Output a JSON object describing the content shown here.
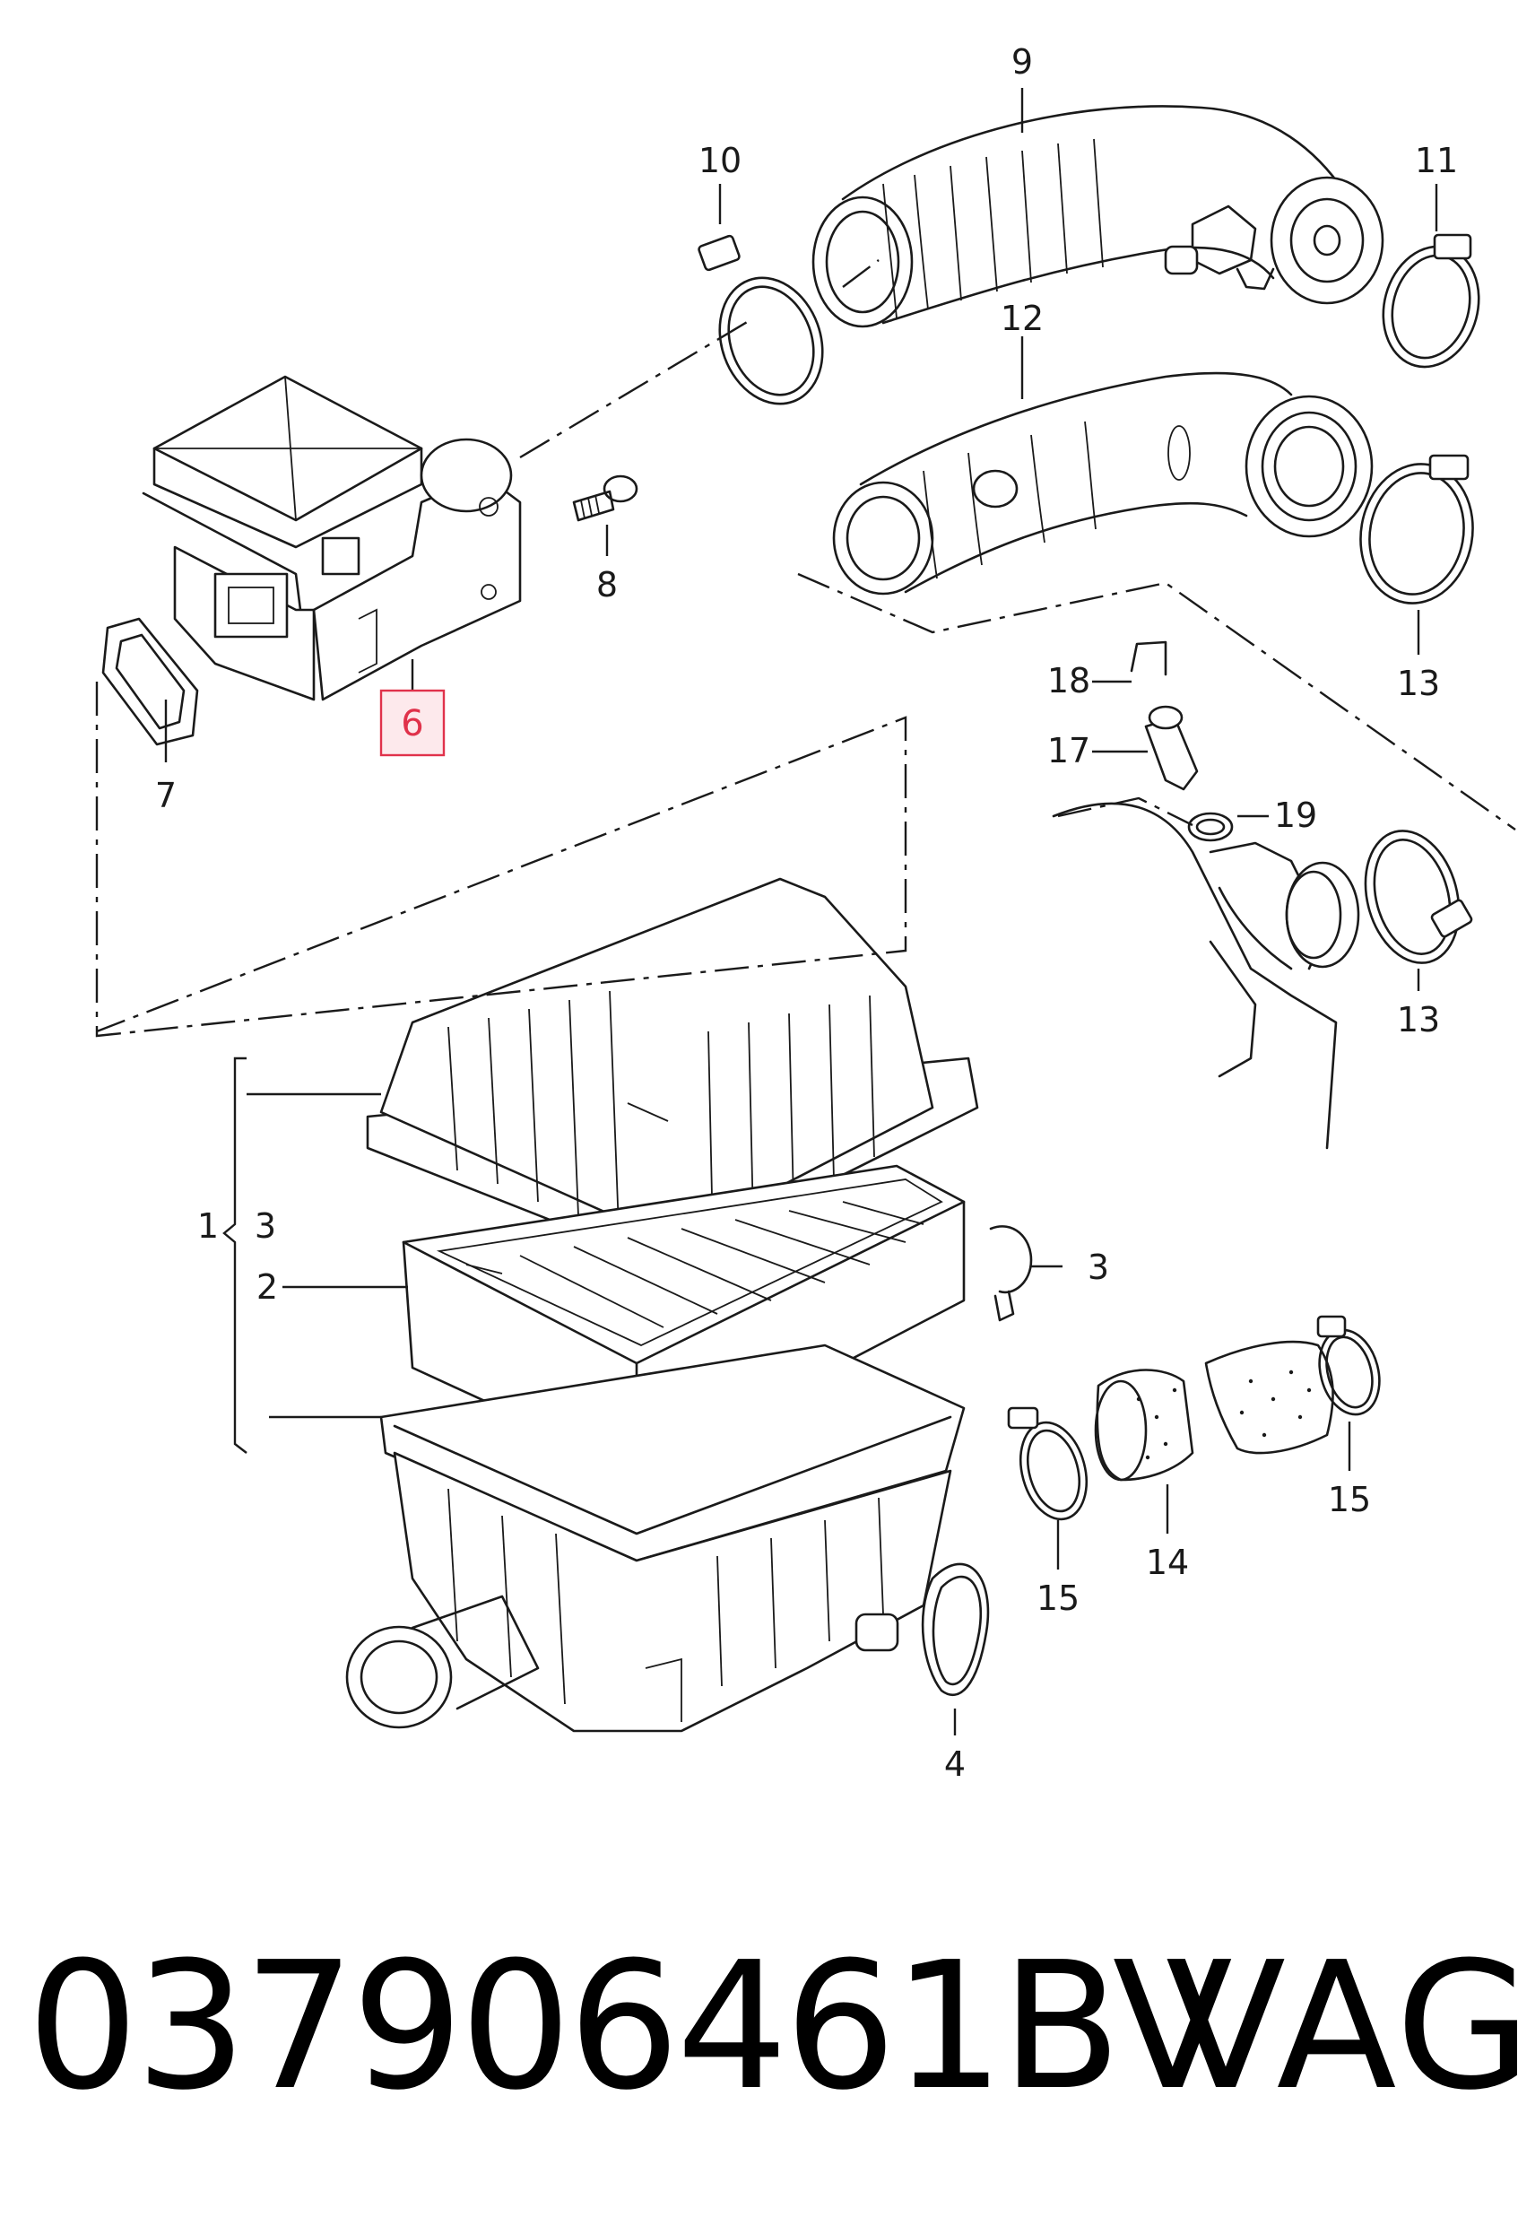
{
  "callouts": {
    "c1": "1",
    "c1_3": "3",
    "c2": "2",
    "c3": "3",
    "c4": "4",
    "c6": "6",
    "c7": "7",
    "c8": "8",
    "c9": "9",
    "c10": "10",
    "c11": "11",
    "c12": "12",
    "c13a": "13",
    "c13b": "13",
    "c14": "14",
    "c15a": "15",
    "c15b": "15",
    "c17": "17",
    "c18": "18",
    "c19": "19"
  },
  "highlight": {
    "part": "6",
    "color": "#e0324b"
  },
  "footer": {
    "part_number": "037906461BV",
    "brand": "VAG"
  }
}
